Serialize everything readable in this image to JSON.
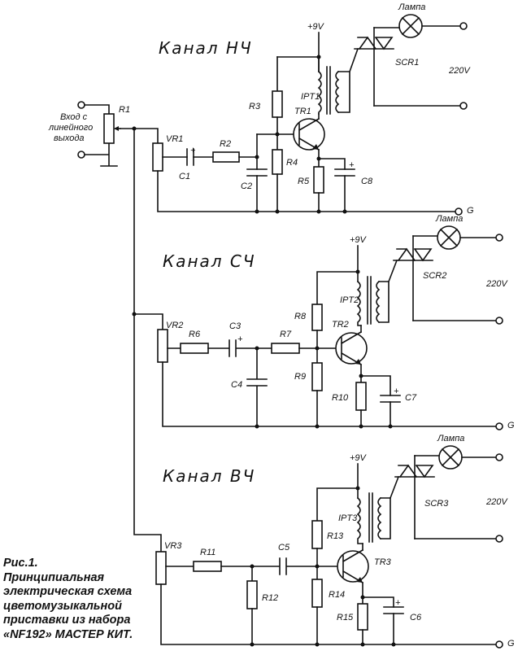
{
  "channels": [
    {
      "title": "Канал НЧ",
      "vr": "VR1",
      "r_series": "R2",
      "r_top": "R3",
      "r_bottom": "R4",
      "r_emitter": "R5",
      "c_in": "C1",
      "c_shunt": "C2",
      "c_emitter": "C8",
      "transformer": "IPT1",
      "transistor": "TR1",
      "scr": "SCR1",
      "lamp": "Лампа",
      "supply": "+9V",
      "mains": "220V",
      "ground": "G"
    },
    {
      "title": "Канал СЧ",
      "vr": "VR2",
      "r_pre": "R6",
      "c_in": "C3",
      "r_series": "R7",
      "c_shunt": "C4",
      "r_top": "R8",
      "r_bottom": "R9",
      "r_emitter": "R10",
      "c_emitter": "C7",
      "transformer": "IPT2",
      "transistor": "TR2",
      "scr": "SCR2",
      "lamp": "Лампа",
      "supply": "+9V",
      "mains": "220V",
      "ground": "G"
    },
    {
      "title": "Канал ВЧ",
      "vr": "VR3",
      "r_pre": "R11",
      "r_shunt": "R12",
      "c_in": "C5",
      "r_top": "R13",
      "r_bottom": "R14",
      "r_emitter": "R15",
      "c_emitter": "C6",
      "transformer": "IPT3",
      "transistor": "TR3",
      "scr": "SCR3",
      "lamp": "Лампа",
      "supply": "+9V",
      "mains": "220V",
      "ground": "G"
    }
  ],
  "input": {
    "label_line1": "Вход с",
    "label_line2": "линейного",
    "label_line3": "выхода",
    "pot": "R1"
  },
  "caption": {
    "line1": "Рис.1.",
    "line2": "Принципиальная",
    "line3": "электрическая схема",
    "line4": "цветомузыкальной",
    "line5": "приставки из набора",
    "line6": "«NF192» МАСТЕР КИТ."
  }
}
